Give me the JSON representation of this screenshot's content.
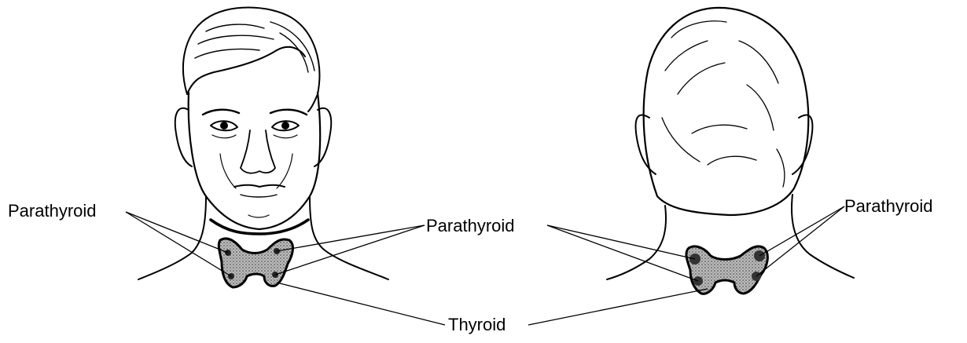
{
  "labels": {
    "front_left": "Parathyroid",
    "center": "Parathyroid",
    "back_right": "Parathyroid",
    "thyroid": "Thyroid"
  }
}
